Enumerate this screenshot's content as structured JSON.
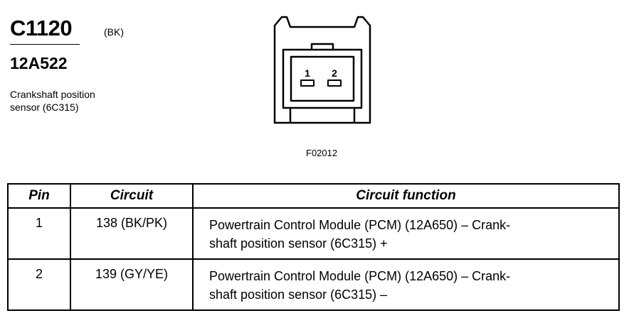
{
  "header": {
    "connector_id": "C1120",
    "color_code": "(BK)",
    "part_number": "12A522",
    "description_line1": "Crankshaft position",
    "description_line2": "sensor (6C315)"
  },
  "figure": {
    "id": "F02012",
    "pins": [
      "1",
      "2"
    ]
  },
  "table": {
    "headers": {
      "pin": "Pin",
      "circuit": "Circuit",
      "function": "Circuit function"
    },
    "rows": [
      {
        "pin": "1",
        "circuit": "138 (BK/PK)",
        "function_line1": "Powertrain Control Module (PCM) (12A650) – Crank-",
        "function_line2": "shaft position sensor (6C315) +"
      },
      {
        "pin": "2",
        "circuit": "139 (GY/YE)",
        "function_line1": "Powertrain Control Module (PCM) (12A650) – Crank-",
        "function_line2": "shaft position sensor (6C315) –"
      }
    ]
  }
}
